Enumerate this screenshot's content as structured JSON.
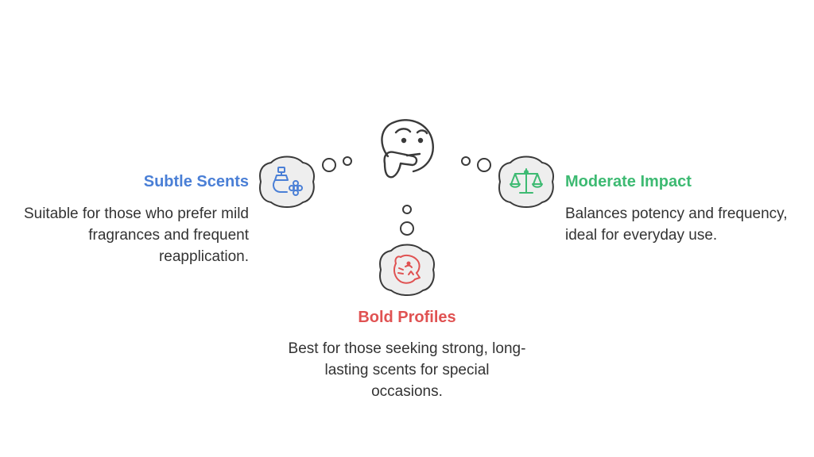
{
  "colors": {
    "subtle": "#4a7fd6",
    "moderate": "#3dba72",
    "bold": "#e05252",
    "cloud_fill": "#eeeeee",
    "outline": "#3a3a3a",
    "text": "#333333"
  },
  "center": {
    "icon": "thinking-face-icon"
  },
  "items": [
    {
      "id": "subtle",
      "title": "Subtle Scents",
      "description": "Suitable for those who prefer mild fragrances and frequent reapplication.",
      "icon": "perfume-flower-icon"
    },
    {
      "id": "moderate",
      "title": "Moderate Impact",
      "description": "Balances potency and frequency, ideal for everyday use.",
      "icon": "balance-scale-icon"
    },
    {
      "id": "bold",
      "title": "Bold Profiles",
      "description": "Best for those seeking strong, long-lasting scents for special occasions.",
      "icon": "roaring-tiger-icon"
    }
  ]
}
